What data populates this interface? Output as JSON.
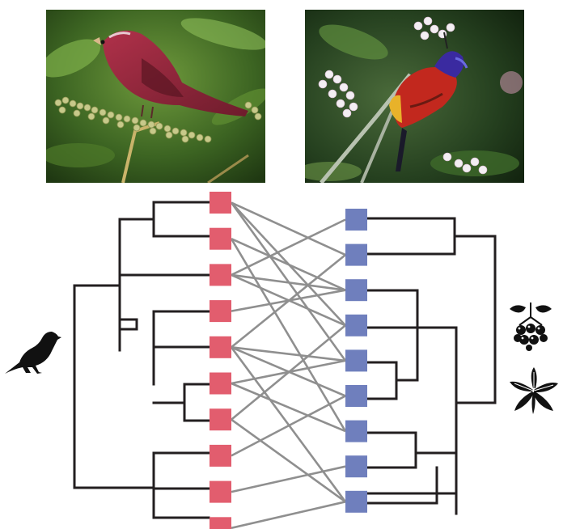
{
  "photos": {
    "left": {
      "subject": "rosefinch-on-berries-photo"
    },
    "right": {
      "subject": "sunbird-on-flowers-photo"
    }
  },
  "colors": {
    "bird_node": "#e25d6e",
    "plant_node": "#6f7fbd",
    "tree_line": "#231f20",
    "link_line": "#8f8f8f"
  },
  "network": {
    "bird_count": 10,
    "plant_count": 9,
    "links": [
      [
        0,
        1
      ],
      [
        0,
        3
      ],
      [
        0,
        4
      ],
      [
        1,
        2
      ],
      [
        1,
        6
      ],
      [
        2,
        0
      ],
      [
        2,
        2
      ],
      [
        2,
        3
      ],
      [
        3,
        2
      ],
      [
        4,
        1
      ],
      [
        4,
        4
      ],
      [
        4,
        5
      ],
      [
        4,
        8
      ],
      [
        5,
        4
      ],
      [
        5,
        6
      ],
      [
        6,
        3
      ],
      [
        6,
        8
      ],
      [
        7,
        5
      ],
      [
        8,
        7
      ],
      [
        9,
        8
      ]
    ]
  },
  "icons": {
    "bird": "bird-silhouette-icon",
    "berry": "berry-cluster-icon",
    "flower": "flower-icon"
  }
}
